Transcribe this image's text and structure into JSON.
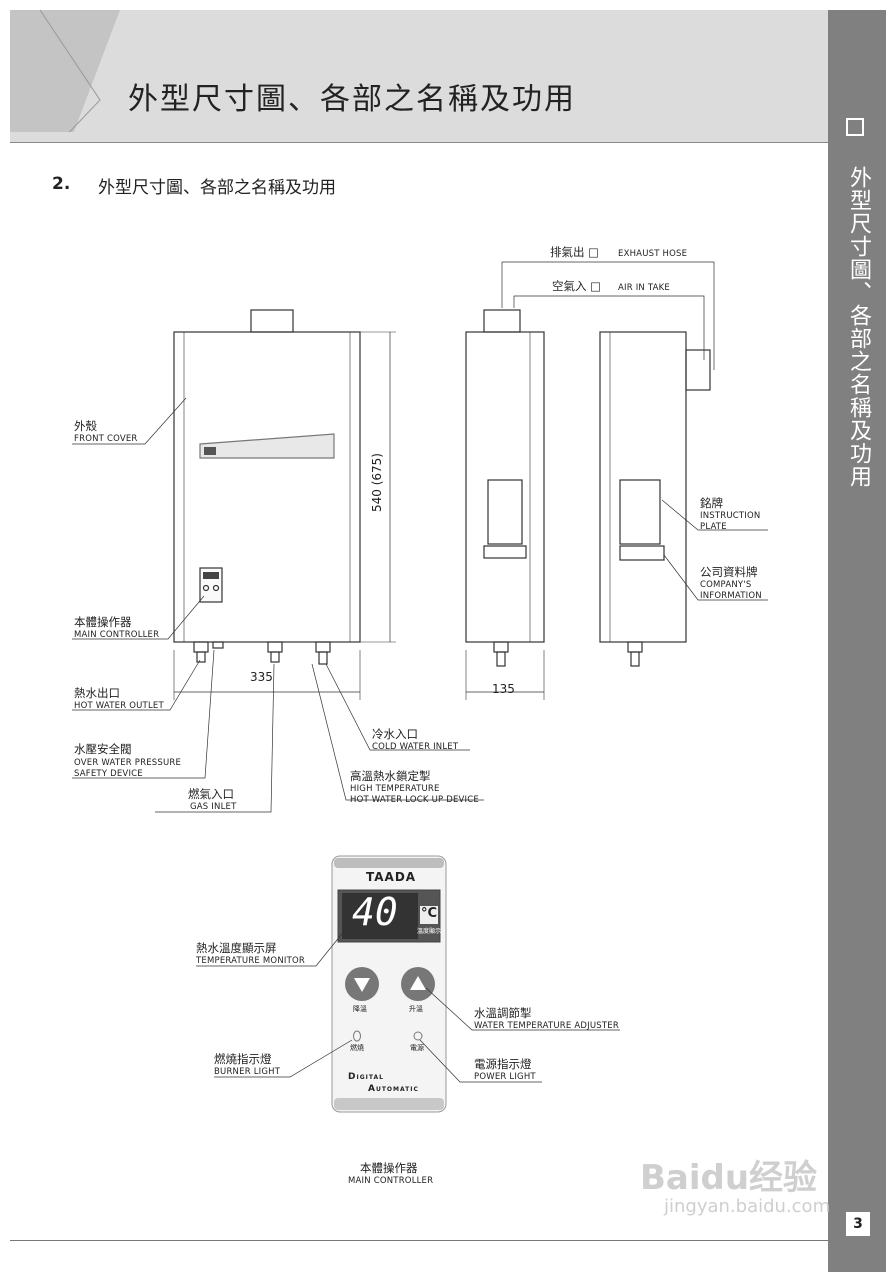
{
  "header": {
    "title": "外型尺寸圖、各部之名稱及功用"
  },
  "sidebar": {
    "box": "□",
    "text": "外型尺寸圖、各部之名稱及功用"
  },
  "section": {
    "number": "2.",
    "title": "外型尺寸圖、各部之名稱及功用"
  },
  "labels": {
    "exhaust": {
      "zh": "排氣出 □",
      "en": "EXHAUST HOSE"
    },
    "air_intake": {
      "zh": "空氣入 □",
      "en": "AIR IN TAKE"
    },
    "front_cover": {
      "zh": "外殼",
      "en": "FRONT COVER"
    },
    "main_controller": {
      "zh": "本體操作器",
      "en": "MAIN CONTROLLER"
    },
    "hot_water_outlet": {
      "zh": "熱水出口",
      "en": "HOT WATER OUTLET"
    },
    "water_pressure": {
      "zh": "水壓安全閥",
      "en1": "OVER WATER PRESSURE",
      "en2": "SAFETY DEVICE"
    },
    "gas_inlet": {
      "zh": "燃氣入口",
      "en": "GAS INLET"
    },
    "cold_water": {
      "zh": "冷水入口",
      "en": "COLD WATER INLET"
    },
    "lockup": {
      "zh": "高溫熱水鎖定掣",
      "en1": "HIGH TEMPERATURE",
      "en2": "HOT WATER LOCK UP DEVICE"
    },
    "instruction_plate": {
      "zh": "銘牌",
      "en1": "INSTRUCTION",
      "en2": "PLATE"
    },
    "company_info": {
      "zh": "公司資料牌",
      "en1": "COMPANY'S",
      "en2": "INFORMATION"
    },
    "temp_monitor": {
      "zh": "熱水溫度顯示屏",
      "en": "TEMPERATURE MONITOR"
    },
    "temp_adjuster": {
      "zh": "水溫調節掣",
      "en": "WATER TEMPERATURE ADJUSTER"
    },
    "burner_light": {
      "zh": "燃燒指示燈",
      "en": "BURNER LIGHT"
    },
    "power_light": {
      "zh": "電源指示燈",
      "en": "POWER LIGHT"
    },
    "panel_caption": {
      "zh": "本體操作器",
      "en": "MAIN CONTROLLER"
    }
  },
  "dimensions": {
    "height": "540 (675)",
    "width": "335",
    "depth": "135"
  },
  "panel": {
    "brand": "TAADA",
    "display": "40",
    "unit": "°C",
    "unit_sub": "溫度顯示",
    "down_label": "降溫",
    "up_label": "升溫",
    "burner": "燃燒",
    "power": "電源",
    "logo_line1": "Digital",
    "logo_line2": "Automatic"
  },
  "page_number": "3",
  "watermark": {
    "brand": "Baidu经验",
    "url": "jingyan.baidu.com"
  }
}
